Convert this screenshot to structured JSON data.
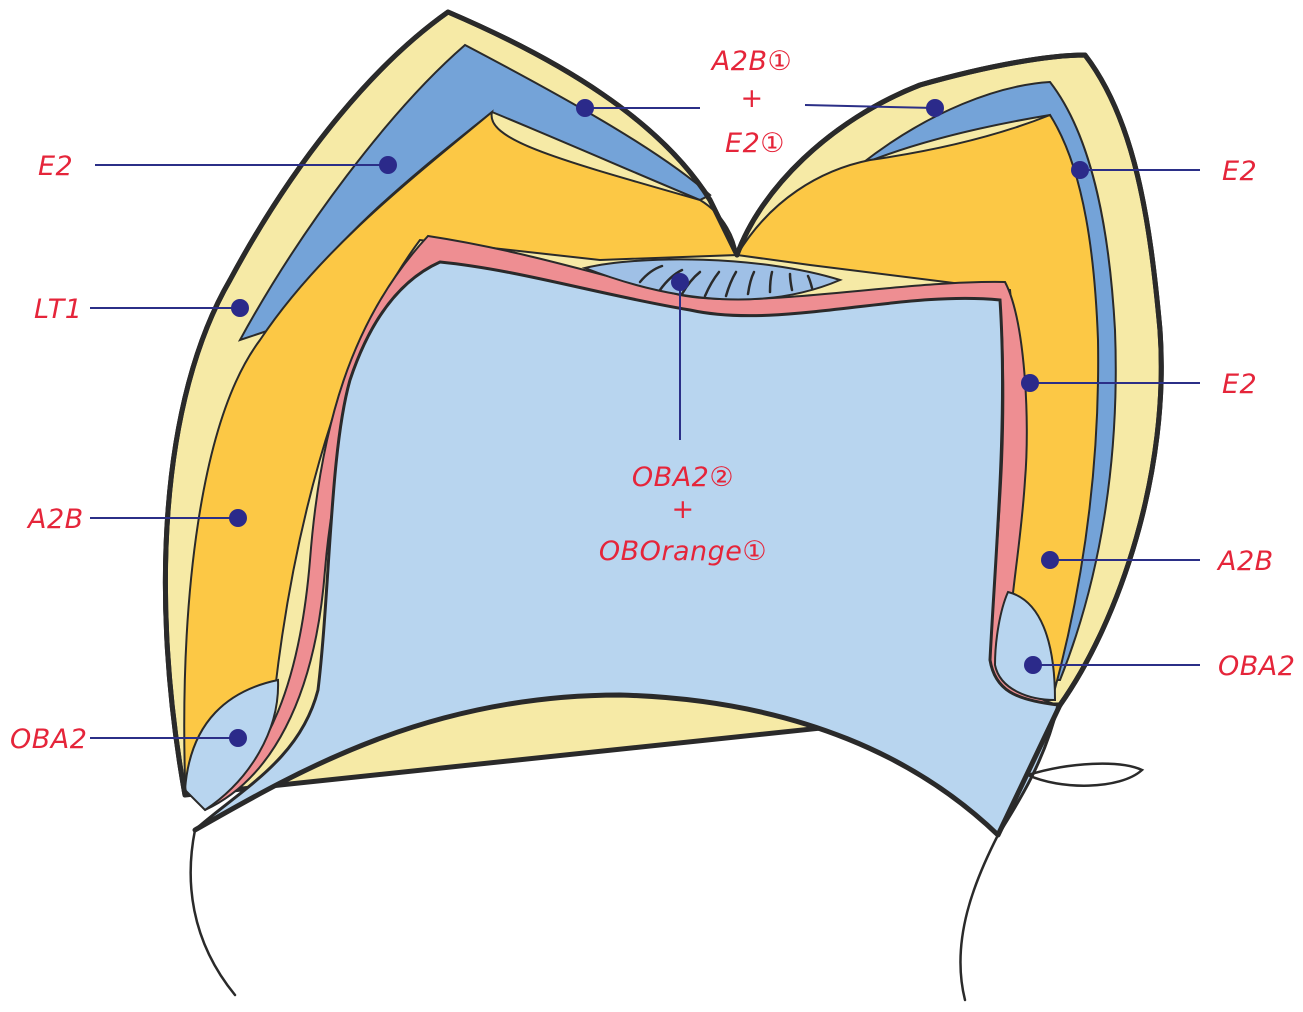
{
  "colors": {
    "enamel_outer": "#f6eaa6",
    "enamel_blue": "#74a3d8",
    "dentin_orange": "#fcc845",
    "opaque_pink": "#ee8e92",
    "core_blue": "#b8d5ef",
    "label_red": "#e5253a",
    "leader_navy": "#2b2f87"
  },
  "labels": {
    "left_e2": "E2",
    "left_lt1": "LT1",
    "left_a2b": "A2B",
    "left_oba2": "OBA2",
    "top_line1": "A2B①",
    "top_plus": "+",
    "top_line2": "E2①",
    "right_e2_top": "E2",
    "right_e2_mid": "E2",
    "right_a2b": "A2B",
    "right_oba2": "OBA2",
    "center_line1": "OBA2②",
    "center_plus": "+",
    "center_line2": "OBOrange①"
  }
}
